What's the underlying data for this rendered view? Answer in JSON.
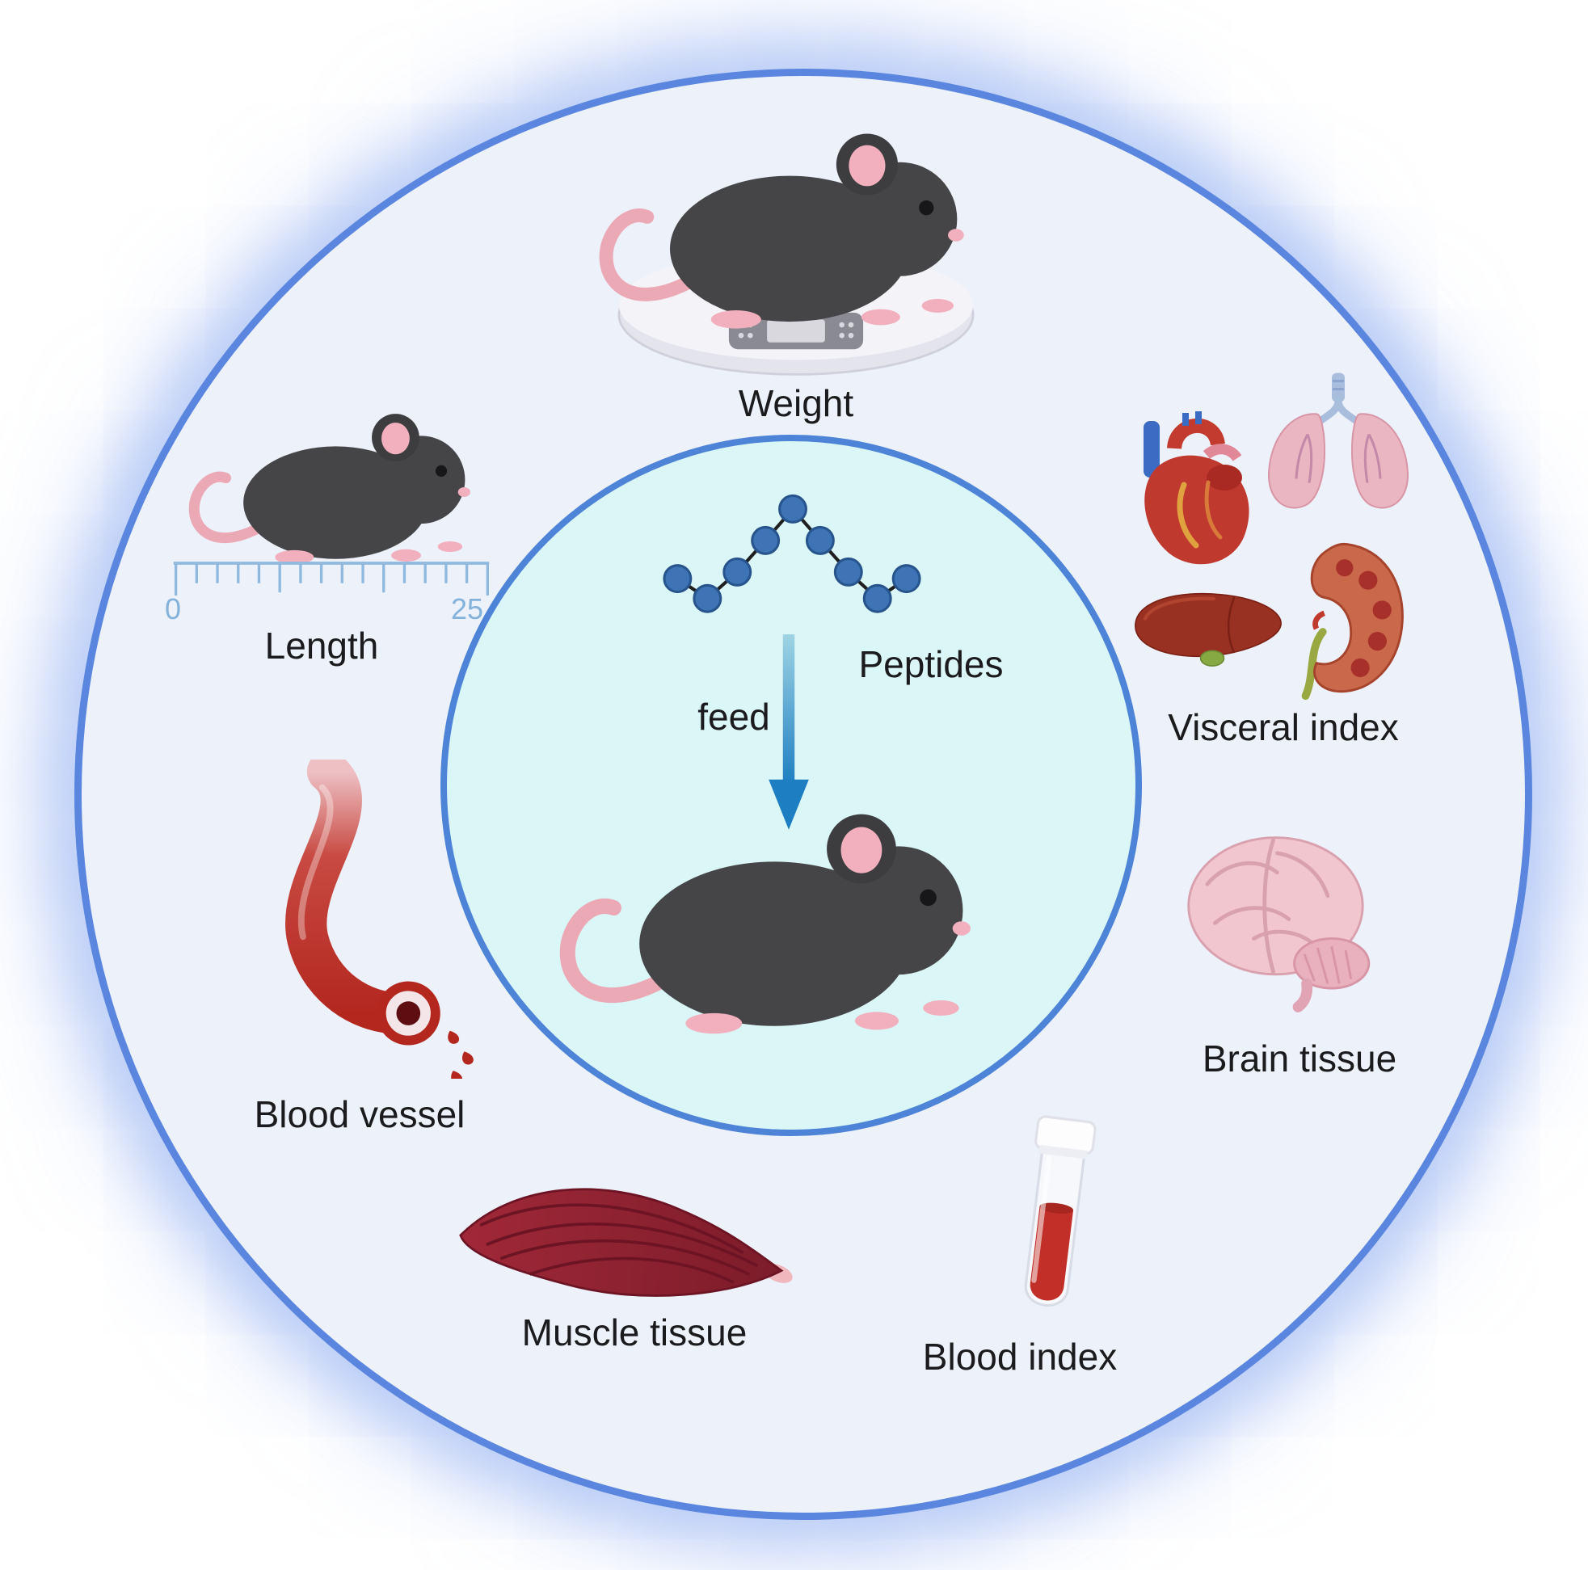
{
  "center": {
    "peptides_label": "Peptides",
    "feed_label": "feed"
  },
  "items": {
    "weight": {
      "label": "Weight"
    },
    "length": {
      "label": "Length",
      "ruler_min": "0",
      "ruler_max": "25"
    },
    "visceral_index": {
      "label": "Visceral index"
    },
    "brain_tissue": {
      "label": "Brain tissue"
    },
    "blood_vessel": {
      "label": "Blood vessel"
    },
    "muscle_tissue": {
      "label": "Muscle tissue"
    },
    "blood_index": {
      "label": "Blood index"
    }
  },
  "colors": {
    "outer_border": "#5a86e0",
    "outer_fill": "#edf1fa",
    "inner_border": "#4d84d8",
    "inner_fill": "#dbf6f6",
    "peptide_blue": "#3e74b6",
    "arrow_blue": "#1d7ec2",
    "mouse_body": "#454548",
    "mouse_pink": "#f2afbd",
    "blood_red": "#b92f28",
    "ruler_blue": "#8fb9de"
  }
}
